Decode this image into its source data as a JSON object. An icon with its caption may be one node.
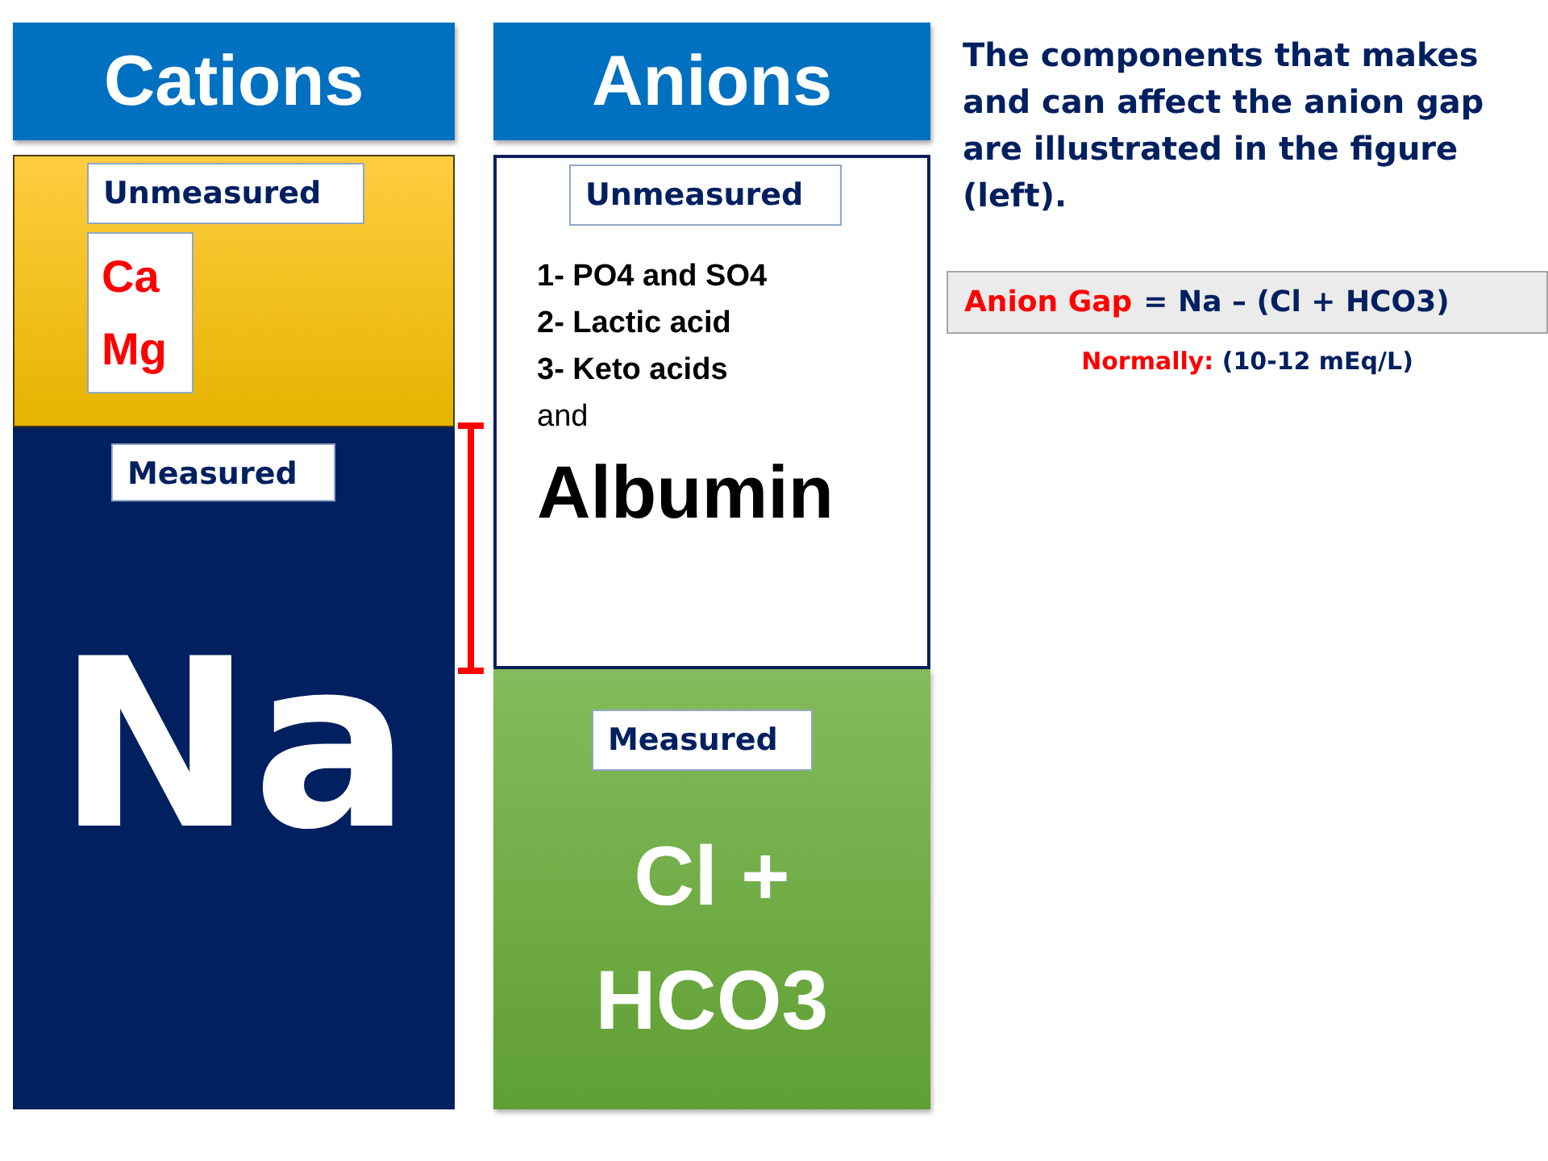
{
  "diagram": {
    "nodes": [
      {
        "text": [
          "Cations"
        ]
      },
      {
        "text": [
          "Anions"
        ]
      },
      {
        "text": [],
        "shape": "box"
      },
      {
        "text": [
          "Unmeasured"
        ],
        "in": 2
      },
      {
        "text": [
          "Ca Mg"
        ],
        "in": 2
      },
      {
        "text": [
          "Na"
        ]
      },
      {
        "text": [
          "Measured"
        ],
        "in": 5
      },
      {
        "text": [
          "1- PO4 and SO4",
          "2- Lactic acid",
          "3- Keto acids",
          "and",
          "Albumin"
        ]
      },
      {
        "text": [
          "Unmeasured"
        ],
        "in": 7
      },
      {
        "text": [
          "Cl + HCO3"
        ]
      },
      {
        "text": [
          "Measured"
        ],
        "in": 9
      },
      {
        "text": [
          "Anion Gap",
          "= Na – (Cl + HCO3)"
        ],
        "beside": [
          "Normally:",
          "(10-12 mEq/L)"
        ]
      }
    ],
    "labels": [
      "The components that makes and can affect the anion gap are illustrated in the figure (left)."
    ]
  }
}
